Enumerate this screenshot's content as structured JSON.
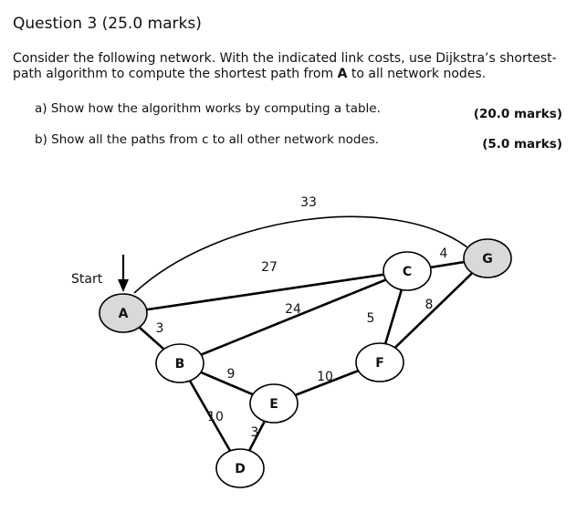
{
  "question": {
    "title": "Question 3 (25.0 marks)",
    "intro_before": "Consider the following network. With the indicated link costs, use Dijkstra’s shortest-path algorithm to compute the shortest path from ",
    "intro_bold": "A",
    "intro_after": " to all network nodes.",
    "part_a": "a) Show how the algorithm works by computing a table.",
    "part_a_marks": "(20.0 marks)",
    "part_b": "b) Show all the paths from c to all other network nodes.",
    "part_b_marks": "(5.0 marks)"
  },
  "network": {
    "start_label": "Start",
    "nodes": [
      {
        "id": "A",
        "fill": "#d9d9d9"
      },
      {
        "id": "B",
        "fill": "#ffffff"
      },
      {
        "id": "C",
        "fill": "#ffffff"
      },
      {
        "id": "D",
        "fill": "#ffffff"
      },
      {
        "id": "E",
        "fill": "#ffffff"
      },
      {
        "id": "F",
        "fill": "#ffffff"
      },
      {
        "id": "G",
        "fill": "#d9d9d9"
      }
    ],
    "edges": [
      {
        "from": "A",
        "to": "G",
        "cost": "33"
      },
      {
        "from": "A",
        "to": "C",
        "cost": "27"
      },
      {
        "from": "A",
        "to": "B",
        "cost": "3"
      },
      {
        "from": "B",
        "to": "C",
        "cost": "24"
      },
      {
        "from": "B",
        "to": "E",
        "cost": "9"
      },
      {
        "from": "B",
        "to": "D",
        "cost": "10"
      },
      {
        "from": "E",
        "to": "D",
        "cost": "3"
      },
      {
        "from": "E",
        "to": "F",
        "cost": "10"
      },
      {
        "from": "C",
        "to": "F",
        "cost": "5"
      },
      {
        "from": "C",
        "to": "G",
        "cost": "4"
      },
      {
        "from": "F",
        "to": "G",
        "cost": "8"
      }
    ]
  }
}
